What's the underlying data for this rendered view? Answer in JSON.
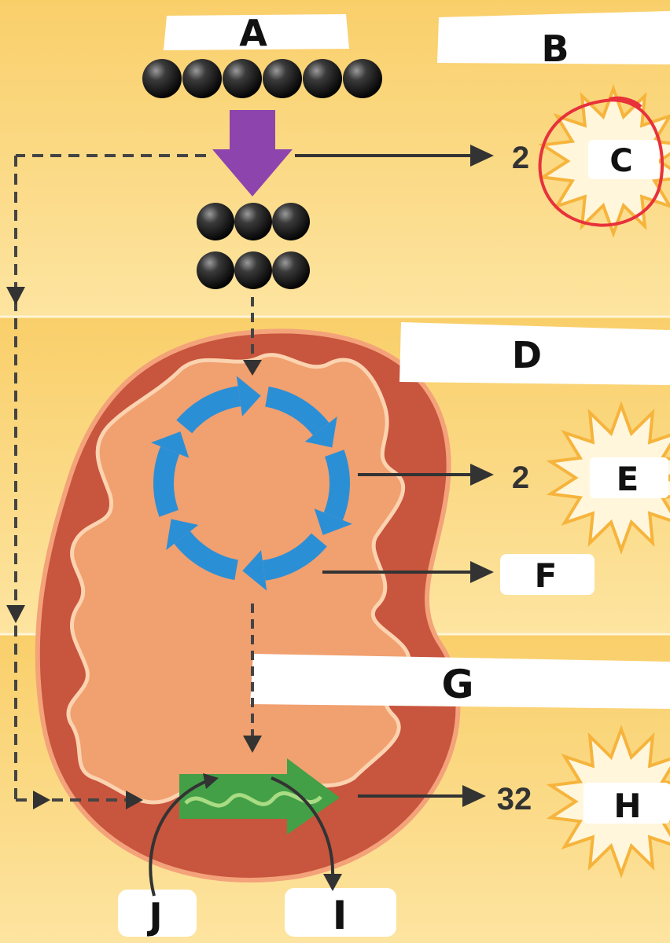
{
  "labels": {
    "A": "A",
    "B": "B",
    "C": "C",
    "D": "D",
    "E": "E",
    "F": "F",
    "G": "G",
    "H": "H",
    "I": "I",
    "J": "J"
  },
  "atp_counts": {
    "glycolysis": "2",
    "krebs": "2",
    "electron_transport": "32"
  },
  "molecules": {
    "glucose_carbons": 6,
    "pyruvate_rows": 2,
    "pyruvate_carbons_per_row": 3
  },
  "colors": {
    "background_light": "#fde7a3",
    "background_mid": "#fad884",
    "mitochondrion_outer": "#c8553d",
    "mitochondrion_inner": "#f1a06f",
    "cycle_arrow": "#2b8fd6",
    "glycolysis_arrow": "#8e44ad",
    "etc_arrow": "#43a047",
    "starburst": "#f6b43c",
    "highlight_circle": "#e8313b"
  }
}
